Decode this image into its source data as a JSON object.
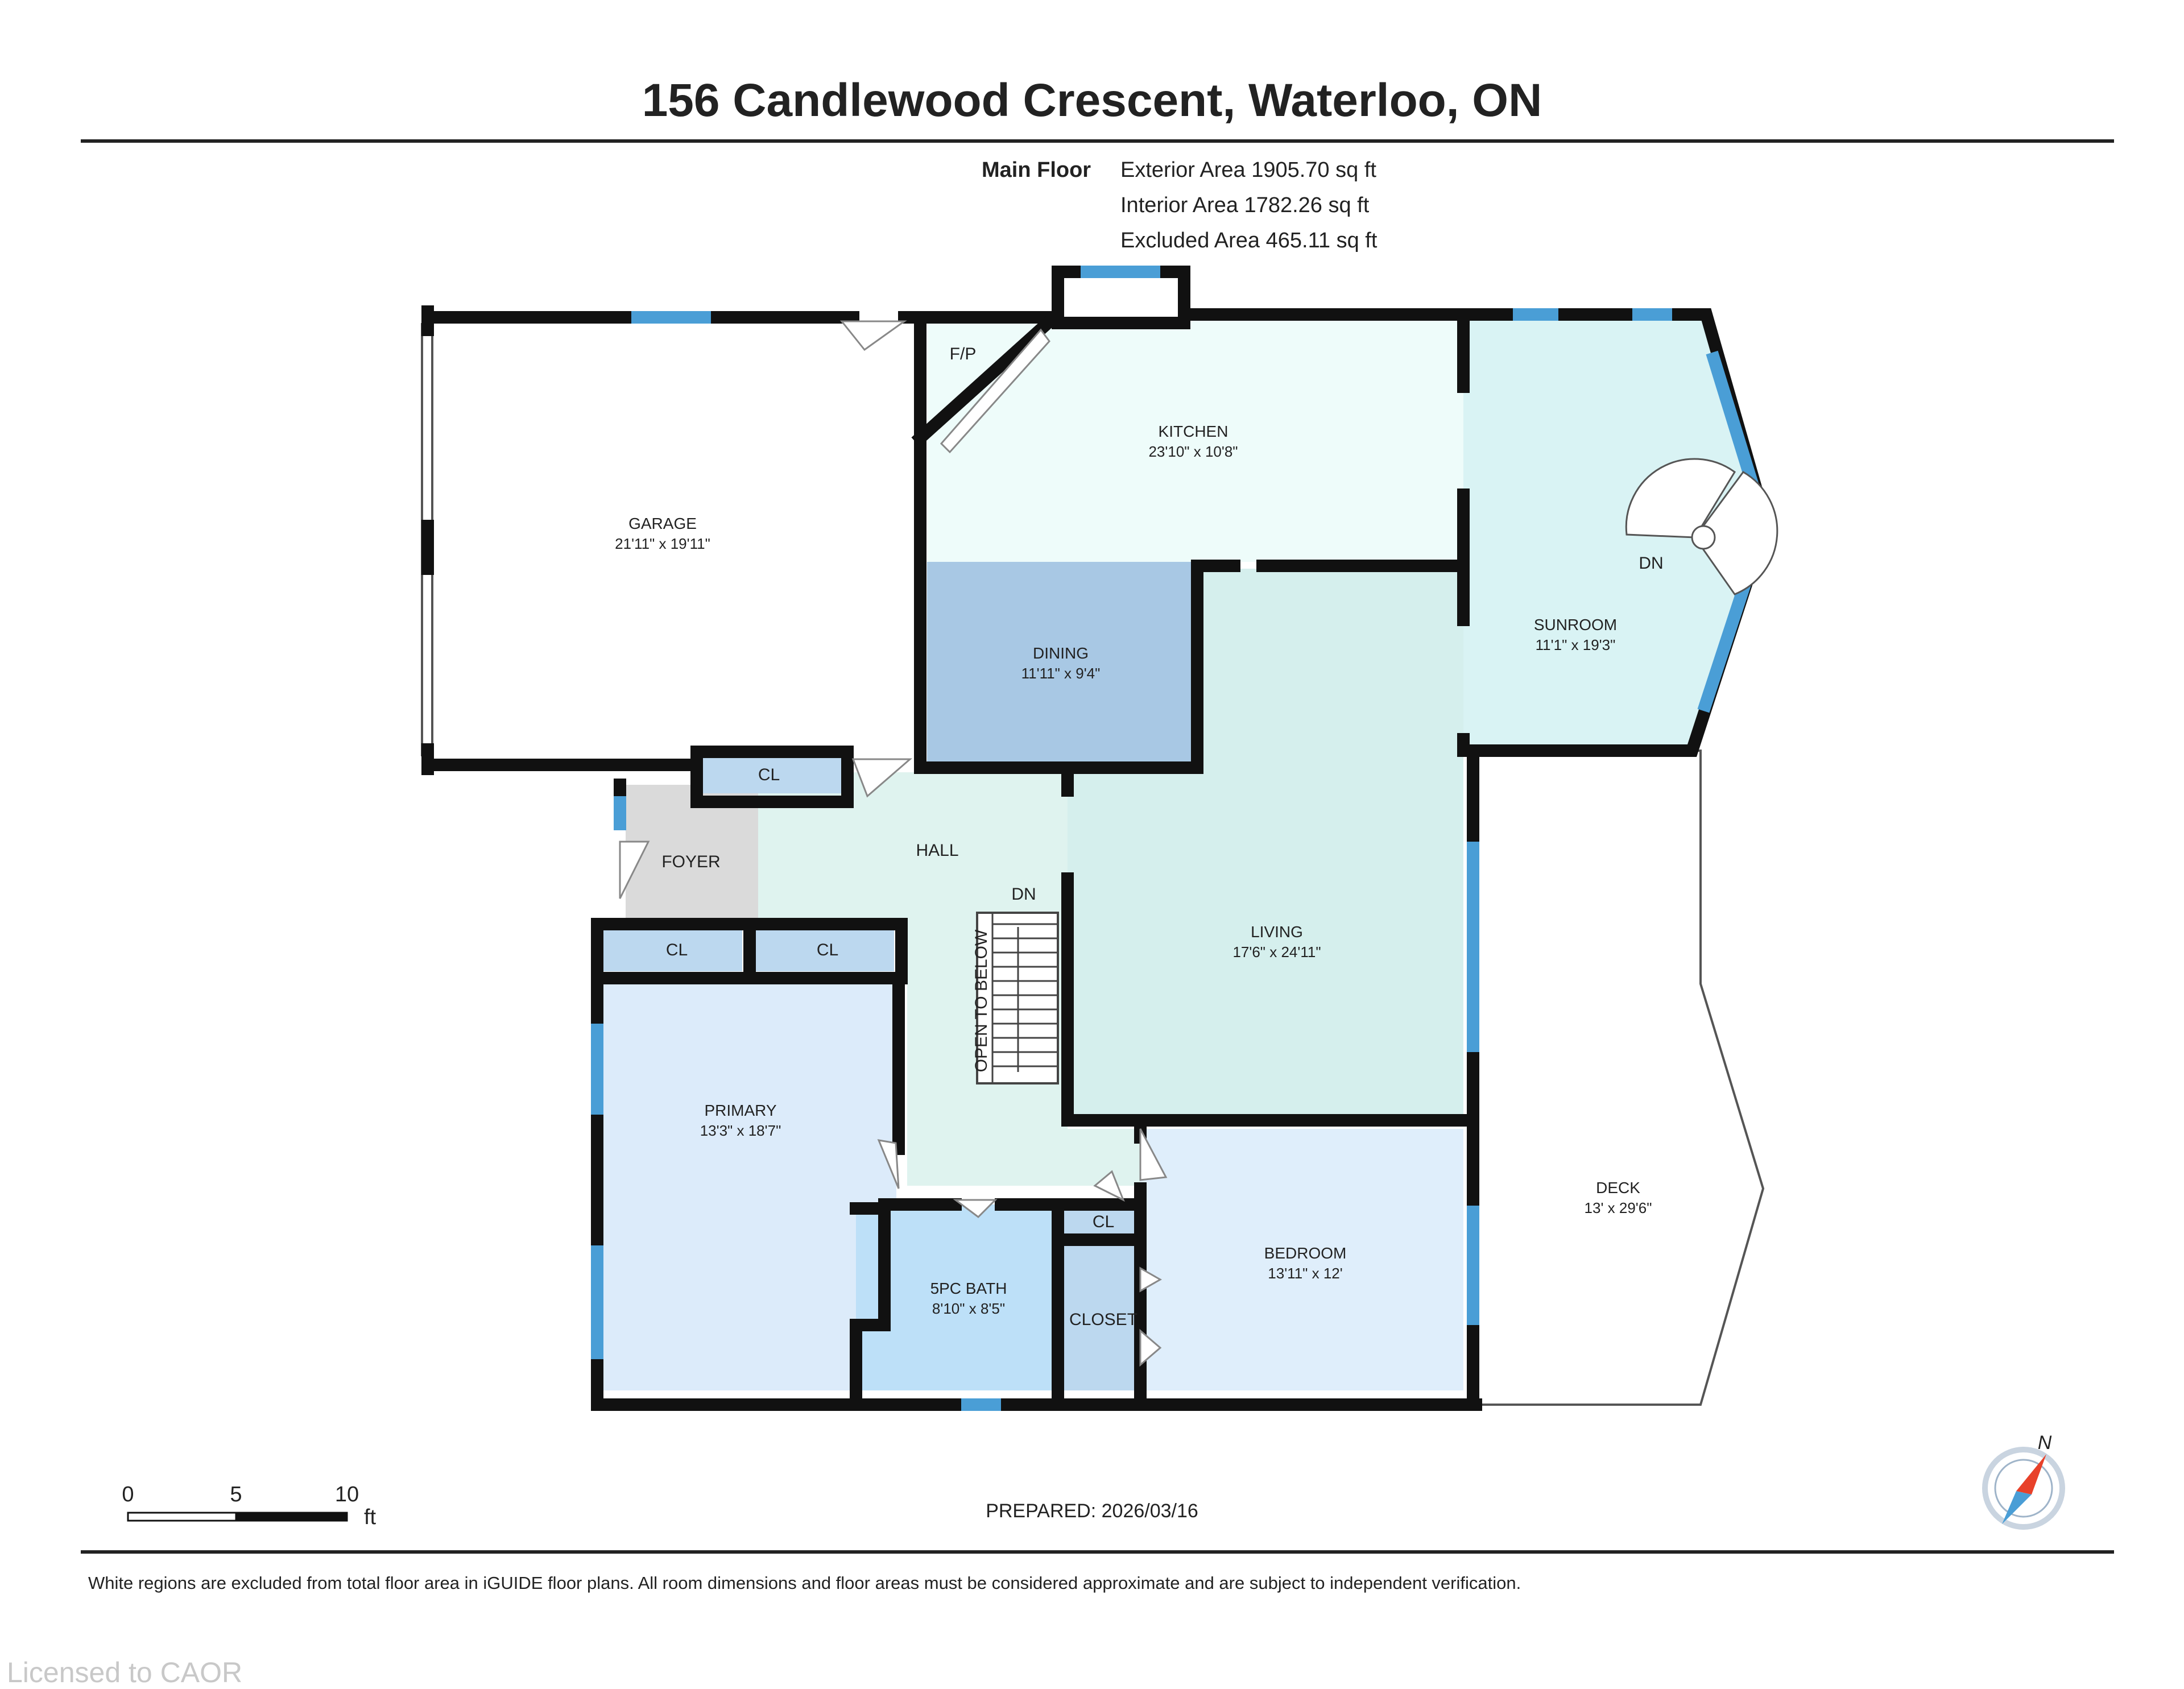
{
  "title": "156 Candlewood Crescent, Waterloo, ON",
  "floor": {
    "name": "Main Floor",
    "exterior_area": "Exterior Area 1905.70 sq ft",
    "interior_area": "Interior Area 1782.26 sq ft",
    "excluded_area": "Excluded Area 465.11 sq ft"
  },
  "rooms": {
    "garage": {
      "name": "GARAGE",
      "dims": "21'11\" x 19'11\""
    },
    "kitchen": {
      "name": "KITCHEN",
      "dims": "23'10\" x 10'8\""
    },
    "dining": {
      "name": "DINING",
      "dims": "11'11\" x 9'4\""
    },
    "sunroom": {
      "name": "SUNROOM",
      "dims": "11'1\" x 19'3\""
    },
    "living": {
      "name": "LIVING",
      "dims": "17'6\" x 24'11\""
    },
    "primary": {
      "name": "PRIMARY",
      "dims": "13'3\" x 18'7\""
    },
    "bath": {
      "name": "5PC BATH",
      "dims": "8'10\" x 8'5\""
    },
    "bedroom": {
      "name": "BEDROOM",
      "dims": "13'11\" x 12'"
    },
    "deck": {
      "name": "DECK",
      "dims": "13' x 29'6\""
    },
    "foyer": {
      "name": "FOYER"
    },
    "hall": {
      "name": "HALL"
    },
    "closet": {
      "name": "CLOSET"
    }
  },
  "labels": {
    "cl": "CL",
    "dn": "DN",
    "fp": "F/P",
    "open_to_below": "OPEN TO BELOW",
    "north": "N"
  },
  "scale": {
    "ticks": [
      "0",
      "5",
      "10"
    ],
    "unit": "ft"
  },
  "prepared": "PREPARED: 2026/03/16",
  "disclaimer": "White regions are excluded from total floor area in iGUIDE floor plans. All room dimensions and floor areas must be considered approximate and are subject to independent verification.",
  "watermark": "Licensed to CAOR",
  "colors": {
    "wall": "#111111",
    "window": "#4a9ed6",
    "kitchen": "#eefcfa",
    "sunroom": "#d9f3f4",
    "living": "#d5efed",
    "dining": "#a8c8e4",
    "hall": "#dff3ef",
    "foyer": "#dadada",
    "primary": "#dcebfa",
    "bedroom": "#dfeefb",
    "bath": "#bde0f8",
    "closet": "#bcd8ef",
    "compass": "#e8412a"
  }
}
